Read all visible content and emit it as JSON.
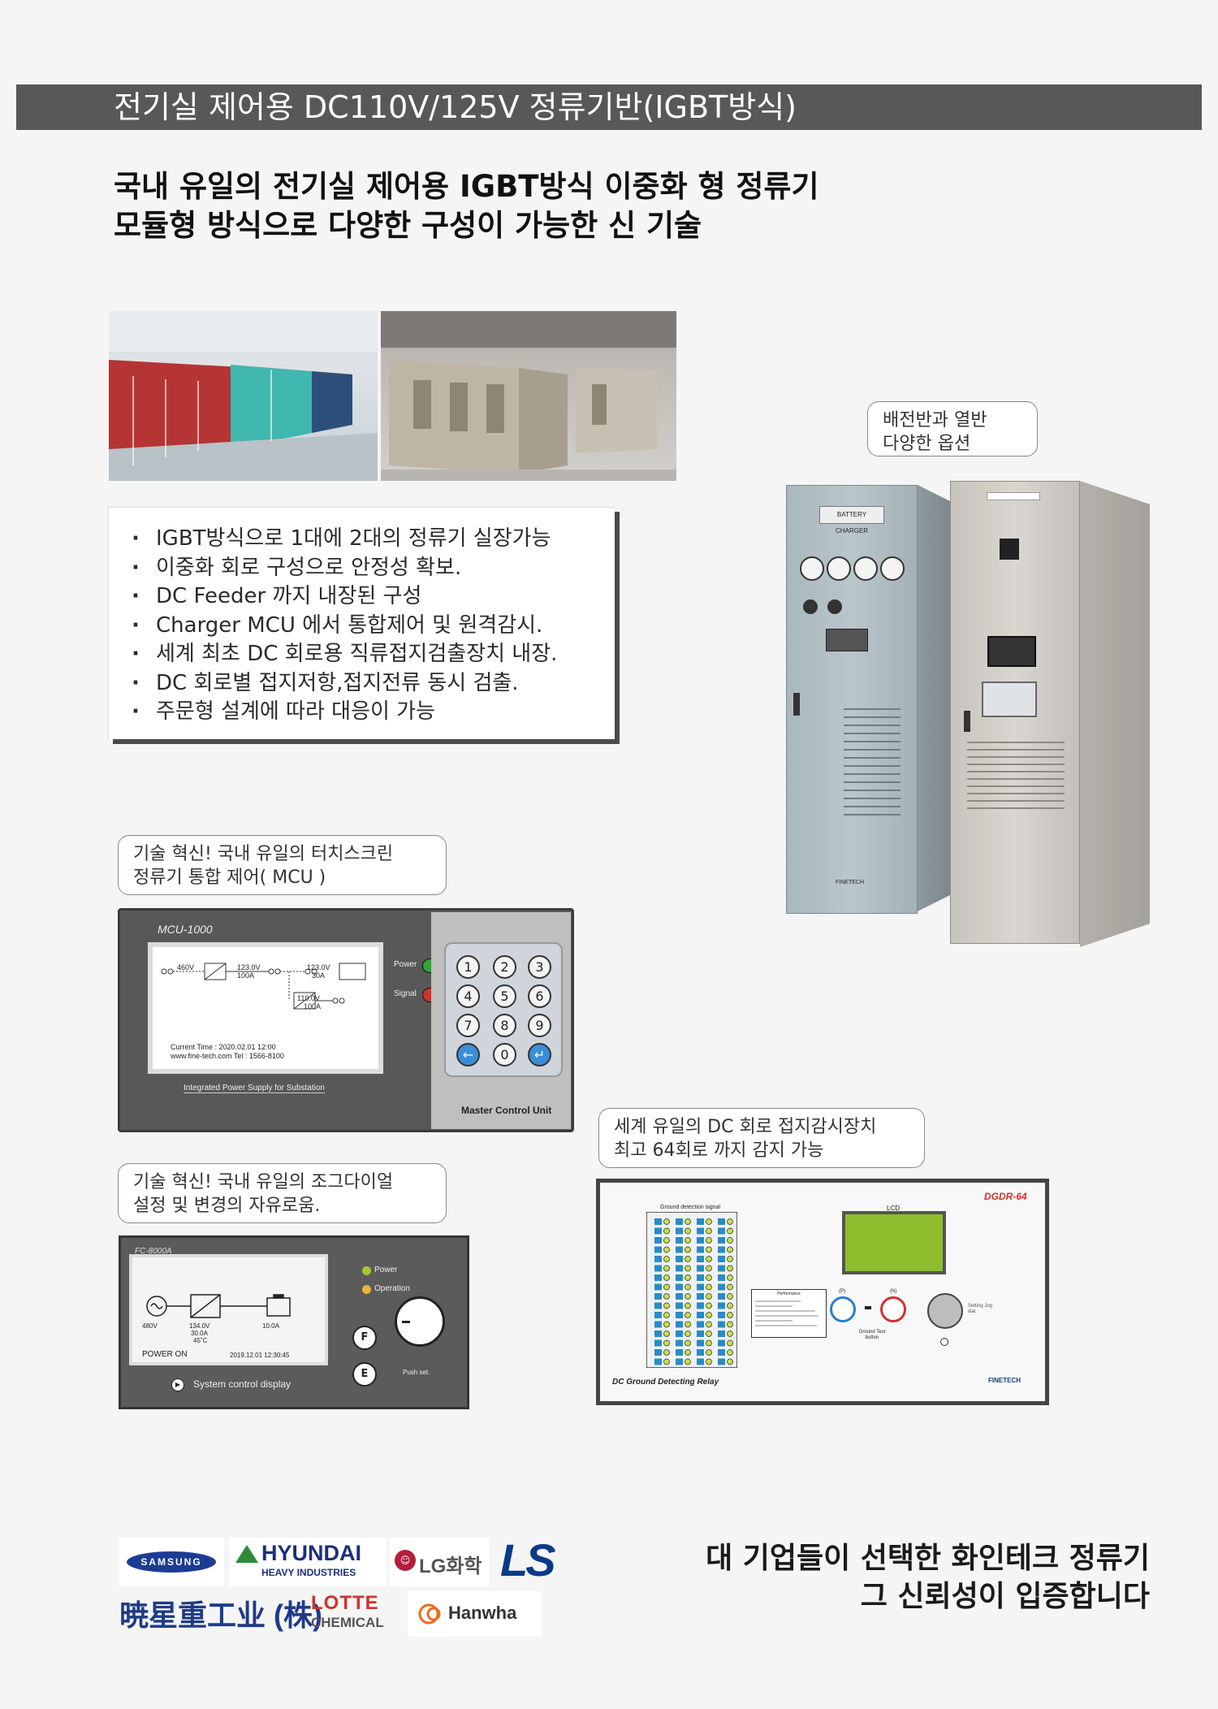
{
  "header": {
    "title": "전기실 제어용 DC110V/125V 정류기반(IGBT방식)"
  },
  "subheadline": {
    "line1": "국내 유일의 전기실 제어용 IGBT방식 이중화 형 정류기",
    "line2": "모듈형 방식으로 다양한 구성이 가능한 신 기술"
  },
  "features": [
    "IGBT방식으로 1대에 2대의 정류기 실장가능",
    "이중화 회로 구성으로 안정성 확보.",
    "DC Feeder 까지 내장된 구성",
    "Charger MCU 에서 통합제어 및 원격감시.",
    "세계 최초 DC 회로용 직류접지검출장치 내장.",
    "DC 회로별 접지저항,접지전류 동시 검출.",
    "주문형 설계에 따라 대응이 가능"
  ],
  "callouts": {
    "panel_option": {
      "line1": "배전반과 열반",
      "line2": "다양한 옵션"
    },
    "mcu": {
      "line1": "기술 혁신! 국내 유일의 터치스크린",
      "line2": "정류기 통합 제어( MCU )"
    },
    "jog": {
      "line1": "기술 혁신! 국내 유일의 조그다이얼",
      "line2": "설정 및 변경의 자유로움."
    },
    "ground": {
      "line1": "세계 유일의 DC 회로 접지감시장치",
      "line2": "최고 64회로 까지 감지 가능"
    }
  },
  "cabinet": {
    "label": "BATTERY CHARGER",
    "maker": "FINETECH"
  },
  "mcu": {
    "model": "MCU-1000",
    "in_voltage": "460V",
    "out1_voltage": "123.0V",
    "out1_current": "100A",
    "out2_voltage": "123.0V",
    "out2_current": "30A",
    "out3_voltage": "110.0V",
    "out3_current": "100A",
    "time": "Current Time : 2020.02.01   12:00",
    "contact": "www.fine-tech.com     Tel : 1566-8100",
    "caption": "Integrated Power Supply for Substation",
    "power_label": "Power",
    "signal_label": "Signal",
    "keys": [
      "1",
      "2",
      "3",
      "4",
      "5",
      "6",
      "7",
      "8",
      "9",
      "←",
      "0",
      "↵"
    ],
    "unit_label": "Master Control Unit",
    "power_color": "#2fa538",
    "signal_color": "#d0322c"
  },
  "fc": {
    "model": "FC-8000A",
    "in_voltage": "480V",
    "out_voltage": "134.0V",
    "out_current": "30.0A",
    "temperature": "45˚C",
    "battery_current": "10.0A",
    "status": "POWER ON",
    "datetime": "2019.12.01   12:30:45",
    "power_label": "Power",
    "operation_label": "Operation",
    "f_button": "F",
    "e_button": "E",
    "push_label": "Push set.",
    "display_label": "System control display"
  },
  "dgdr": {
    "model": "DGDR-64",
    "signal_label": "Ground detection signal",
    "lcd_label": "LCD",
    "p_label": "(P)",
    "n_label": "(N)",
    "test_label": "Ground Test button",
    "jog_label": "Setting Jog dial",
    "perf_title": "Performance",
    "title": "DC Ground Detecting Relay",
    "maker": "FINETECH"
  },
  "logos": {
    "samsung": "SAMSUNG",
    "hyundai_top": "HYUNDAI",
    "hyundai_bottom": "HEAVY INDUSTRIES",
    "lg": "LG화학",
    "ls": "LS",
    "hyosung": "暁星重工业 (株)",
    "lotte_top": "LOTTE",
    "lotte_bottom": "CHEMICAL",
    "hanwha": "Hanwha"
  },
  "closing": {
    "line1": "대 기업들이 선택한 화인테크 정류기",
    "line2": "그 신뢰성이 입증합니다"
  }
}
